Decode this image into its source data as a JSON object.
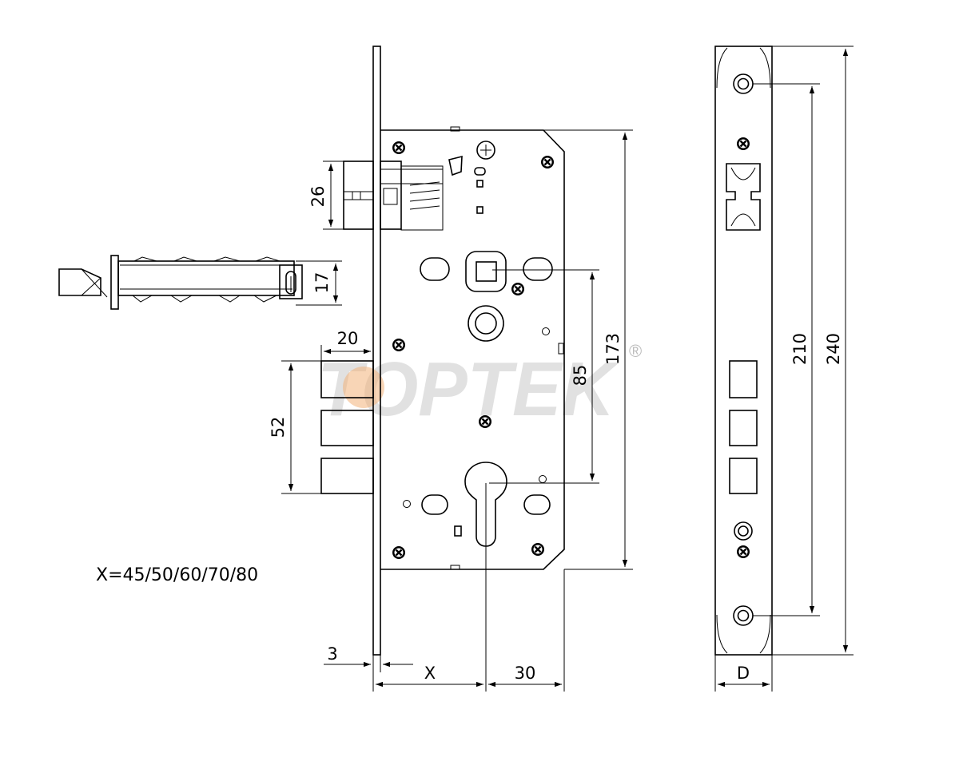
{
  "diagram": {
    "dimensions": {
      "latch_height": "26",
      "deadbolt_height": "17",
      "bolt_projection": "20",
      "bolt_span": "52",
      "handle_to_cylinder": "85",
      "case_height": "173",
      "faceplate_hole_spacing": "210",
      "faceplate_length": "240",
      "faceplate_thickness": "3",
      "backset": "X",
      "cylinder_to_edge": "30",
      "faceplate_width": "D"
    },
    "note": "X=45/50/60/70/80",
    "watermark": {
      "brand": "TOPTEK",
      "mark": "®"
    },
    "colors": {
      "line": "#000000",
      "watermark": "#c8c8c8",
      "watermark_accent": "#f2b27a"
    }
  }
}
